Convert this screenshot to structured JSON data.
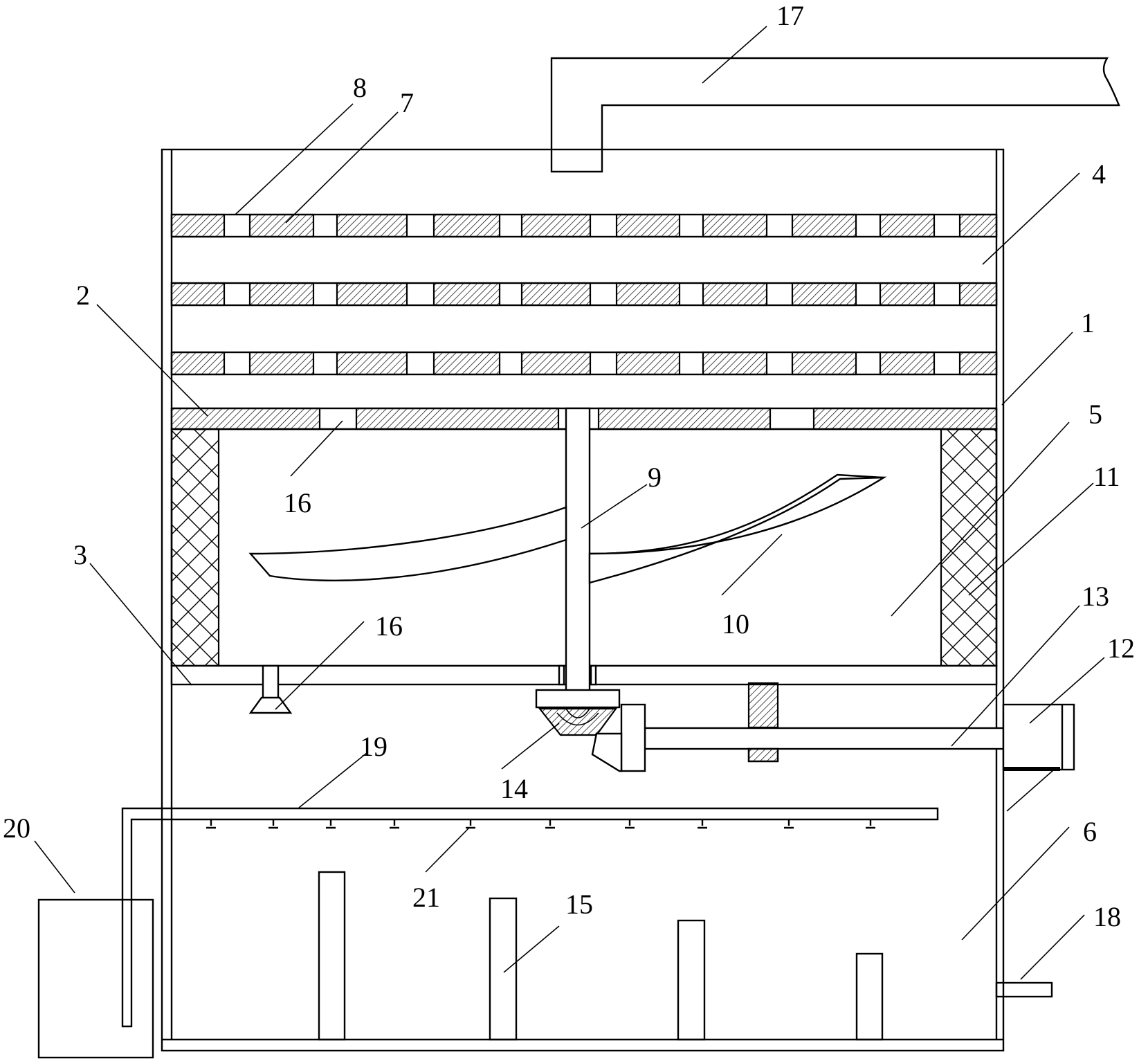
{
  "labels": {
    "l1": "1",
    "l2": "2",
    "l3": "3",
    "l4": "4",
    "l5": "5",
    "l6": "6",
    "l7": "7",
    "l8": "8",
    "l9": "9",
    "l10": "10",
    "l11": "11",
    "l12": "12",
    "l13": "13",
    "l14": "14",
    "l15": "15",
    "l16a": "16",
    "l16b": "16",
    "l17": "17",
    "l18": "18",
    "l19": "19",
    "l20": "20",
    "l21": "21"
  }
}
